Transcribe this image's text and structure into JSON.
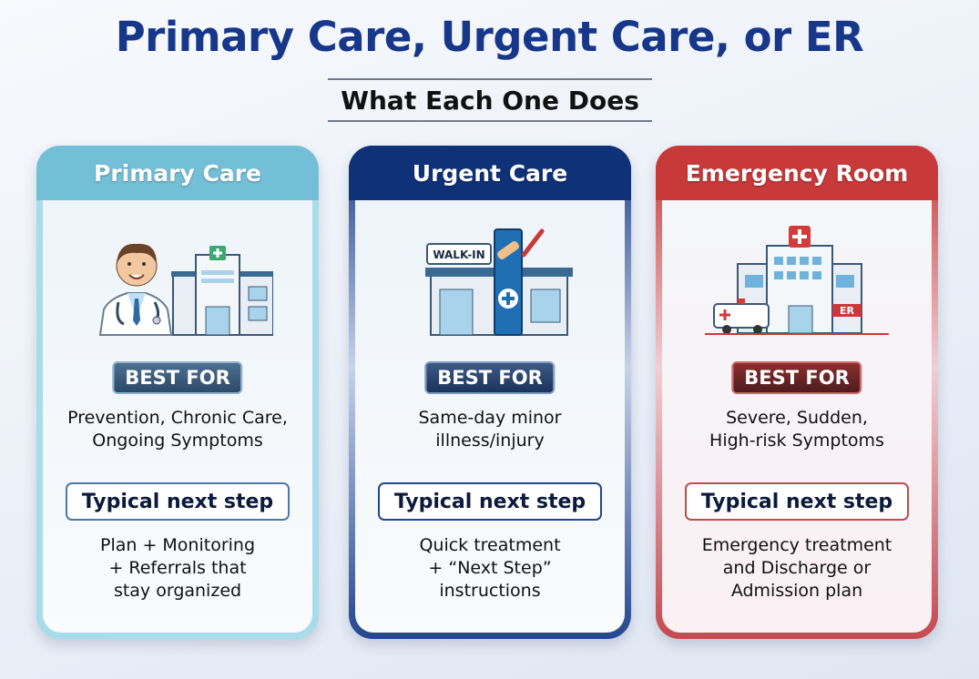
{
  "title": "Primary Care, Urgent Care, or ER",
  "subtitle": "What Each One Does",
  "cards": [
    {
      "header": "Primary Care",
      "badge": "BEST FOR",
      "best_for": [
        "Prevention, Chronic Care,",
        "Ongoing Symptoms"
      ],
      "step_label": "Typical next step",
      "next_step": [
        "Plan + Monitoring",
        "+ Referrals that",
        "stay organized"
      ],
      "icon": "doctor-clinic-icon"
    },
    {
      "header": "Urgent Care",
      "badge": "BEST FOR",
      "best_for": [
        "Same-day minor",
        "illness/injury"
      ],
      "step_label": "Typical next step",
      "next_step": [
        "Quick treatment",
        "+ “Next Step”",
        "instructions"
      ],
      "icon": "walk-in-clinic-icon",
      "sign": "WALK-IN"
    },
    {
      "header": "Emergency Room",
      "badge": "BEST FOR",
      "best_for": [
        "Severe, Sudden,",
        "High-risk Symptoms"
      ],
      "step_label": "Typical next step",
      "next_step": [
        "Emergency treatment",
        "and Discharge or",
        "Admission plan"
      ],
      "icon": "hospital-ambulance-icon",
      "sign": "ER"
    }
  ],
  "colors": {
    "title": "#17378a",
    "primary": "#74bfd8",
    "urgent": "#0f3178",
    "er": "#c8393a"
  }
}
